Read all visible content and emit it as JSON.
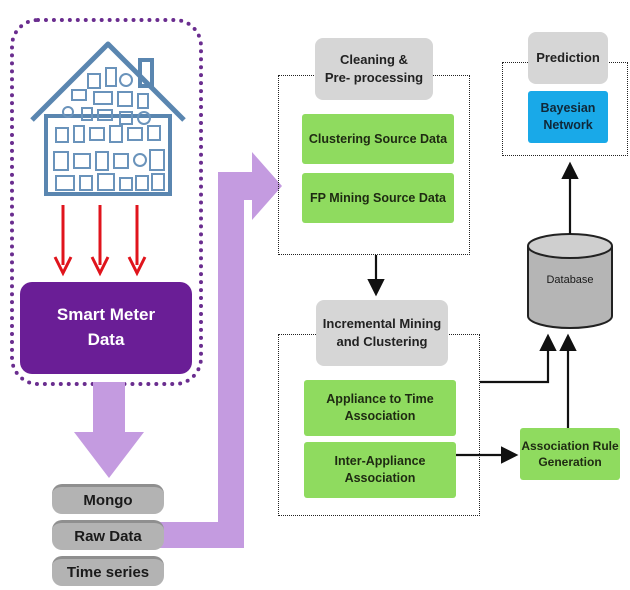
{
  "smart_meter": {
    "label": "Smart Meter\nData"
  },
  "mongo_stack": {
    "items": [
      "Mongo",
      "Raw Data",
      "Time series"
    ]
  },
  "cleaning": {
    "title": "Cleaning &\nPre- processing",
    "items": [
      "Clustering Source Data",
      "FP Mining Source Data"
    ]
  },
  "incremental": {
    "title": "Incremental Mining\nand Clustering",
    "items": [
      "Appliance to Time\nAssociation",
      "Inter-Appliance\nAssociation"
    ]
  },
  "prediction": {
    "title": "Prediction",
    "item": "Bayesian\nNetwork"
  },
  "database": {
    "label": "Database"
  },
  "association_rule": {
    "label": "Association Rule\nGeneration"
  },
  "colors": {
    "purple_dark": "#6a1e96",
    "purple_light": "#c49be0",
    "dotted_purple": "#6a2d8f",
    "green": "#8fdb5f",
    "blue": "#19a9e8",
    "red_arrow": "#e0141c",
    "grey": "#d6d6d6"
  }
}
